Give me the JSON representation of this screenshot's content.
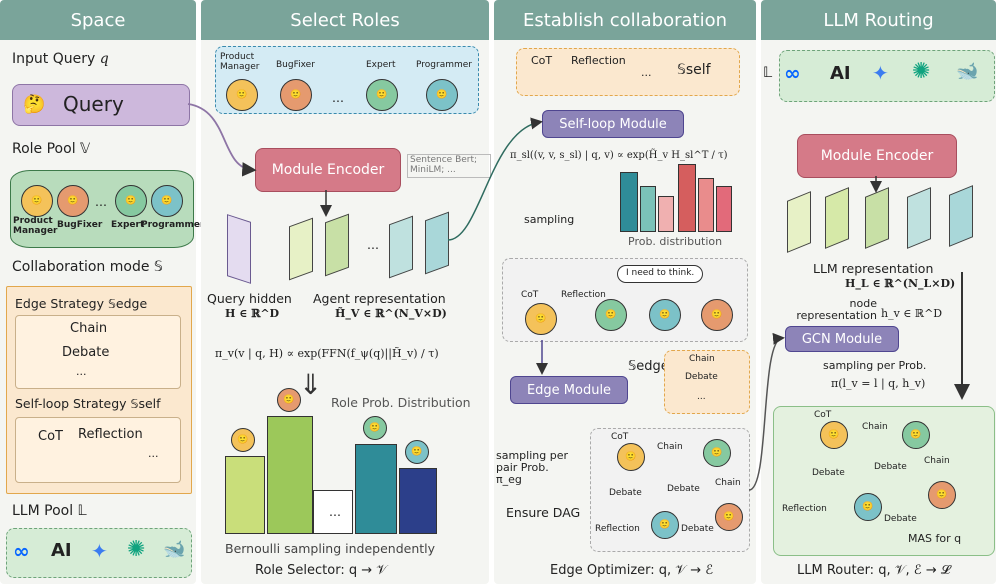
{
  "panels": {
    "space": "Space",
    "select": "Select Roles",
    "collab": "Establish collaboration",
    "routing": "LLM Routing"
  },
  "space": {
    "input_query": "Input Query",
    "q_sym": "q",
    "query_box": "Query",
    "role_pool": "Role Pool",
    "role_pool_sym": "𝕍",
    "roles": [
      "Product Manager",
      "BugFixer",
      "Expert",
      "Programmer"
    ],
    "collab_mode": "Collaboration mode",
    "collab_sym": "𝕊",
    "edge_strategy": "Edge Strategy",
    "edge_sym": "𝕊edge",
    "edge_items": [
      "Chain",
      "Debate",
      "..."
    ],
    "self_strategy": "Self-loop Strategy",
    "self_sym": "𝕊self",
    "self_items": [
      "CoT",
      "Reflection",
      "..."
    ],
    "llm_pool": "LLM Pool",
    "llm_sym": "𝕃"
  },
  "select": {
    "roles": [
      "Product Manager",
      "BugFixer",
      "...",
      "Expert",
      "Programmer"
    ],
    "encoder": "Module Encoder",
    "encoder_note": "Sentence Bert; MiniLM; ...",
    "query_hidden": "Query hidden",
    "query_hidden_eq": "H ∈ ℝ^D",
    "agent_rep": "Agent representation",
    "agent_rep_eq": "H̃_V ∈ ℝ^(N_V×D)",
    "formula": "π_v(v | q, H) ∝ exp(FFN(f_ψ(q)||H̃_v) / τ)",
    "role_prob": "Role Prob. Distribution",
    "dots": "...",
    "bernoulli": "Bernoulli sampling independently",
    "selector": "Role Selector: q → 𝒱"
  },
  "collab": {
    "self_items": [
      "CoT",
      "Reflection",
      "..."
    ],
    "self_sym": "𝕊self",
    "self_loop_module": "Self-loop Module",
    "formula": "π_sl((v, v, s_sl) | q, v) ∝ exp(H̃_v H_sl^T / τ)",
    "sampling": "sampling",
    "prob_dist": "Prob. distribution",
    "think": "I need to think.",
    "cot": "CoT",
    "reflection": "Reflection",
    "edge_module": "Edge Module",
    "edge_sym": "𝕊edge",
    "edge_items": [
      "Chain",
      "Debate",
      "..."
    ],
    "sampling_pair": "sampling per pair Prob. π_eg",
    "ensure_dag": "Ensure DAG",
    "graph_labels": [
      "CoT",
      "Chain",
      "Debate",
      "Debate",
      "Chain",
      "Reflection",
      "Debate"
    ],
    "optimizer": "Edge Optimizer: q, 𝒱 → ℰ"
  },
  "routing": {
    "l_sym": "𝕃",
    "encoder": "Module Encoder",
    "llm_rep": "LLM representation",
    "llm_rep_eq": "H_L ∈ ℝ^(N_L×D)",
    "node_rep": "node representation",
    "node_rep_eq": "h_v ∈ ℝ^D",
    "gcn": "GCN Module",
    "sampling_prob": "sampling per Prob.",
    "sampling_eq": "π(l_v = l | q, h_v)",
    "graph_labels": [
      "CoT",
      "Chain",
      "Debate",
      "Chain",
      "Debate",
      "Reflection",
      "Debate"
    ],
    "mas": "MAS for q",
    "router": "LLM Router: q, 𝒱, ℰ → 𝓛"
  },
  "colors": {
    "header": "#7aa49a",
    "encoder": "#d57a88",
    "module": "#8d84b8",
    "bar_green": "#9cc85a",
    "bar_teal": "#2f8c98",
    "bar_navy": "#2c3f8a"
  }
}
